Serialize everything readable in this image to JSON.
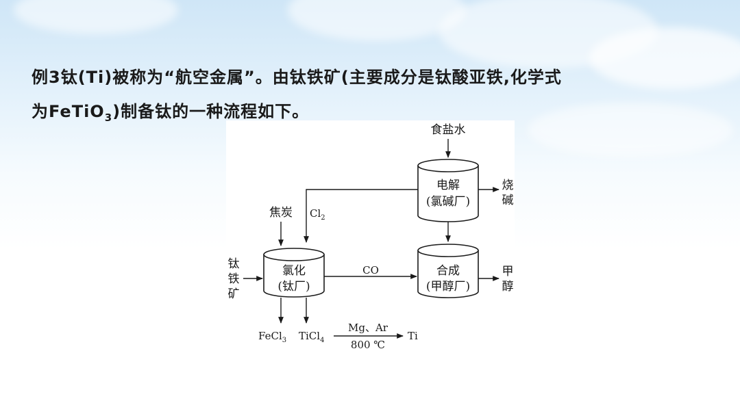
{
  "question": {
    "line1": "例3钛(Ti)被称为“航空金属”。由钛铁矿(主要成分是钛酸亚铁,化学式",
    "line2_prefix": "为FeTiO",
    "line2_sub": "3",
    "line2_suffix": ")制备钛的一种流程如下。"
  },
  "diagram": {
    "inputs": {
      "brine": "食盐水",
      "coke": "焦炭",
      "chlorine": "Cl",
      "chlorine_sub": "2",
      "ilmenite": [
        "钛",
        "铁",
        "矿"
      ]
    },
    "units": {
      "electrolysis": {
        "line1": "电解",
        "line2": "(氯碱厂)"
      },
      "chlorination": {
        "line1": "氯化",
        "line2": "(钛厂)"
      },
      "synthesis": {
        "line1": "合成",
        "line2": "(甲醇厂)"
      }
    },
    "outputs": {
      "caustic_soda": [
        "烧",
        "碱"
      ],
      "methanol": [
        "甲",
        "醇"
      ],
      "fecl3": "FeCl",
      "fecl3_sub": "3",
      "ticl4": "TiCl",
      "ticl4_sub": "4",
      "titanium": "Ti"
    },
    "arrows": {
      "co": "CO",
      "reduction_top": "Mg、Ar",
      "reduction_bottom": "800 ℃"
    }
  }
}
